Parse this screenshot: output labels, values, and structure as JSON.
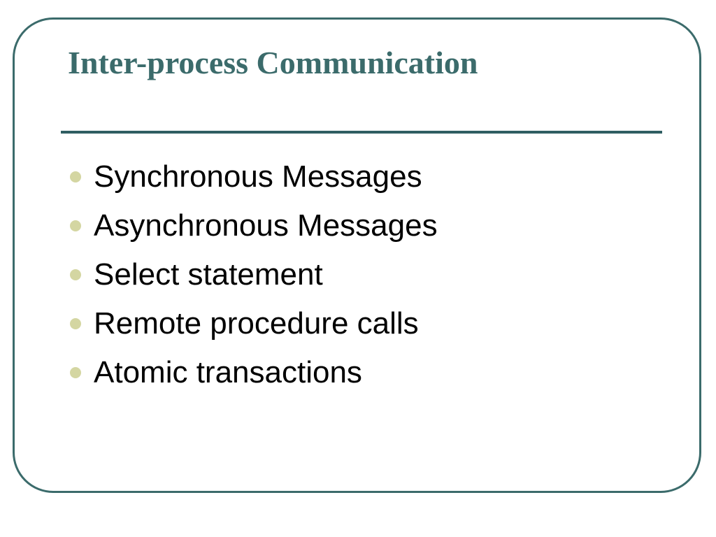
{
  "slide": {
    "title": "Inter-process Communication",
    "bullets": [
      "Synchronous Messages",
      "Asynchronous Messages",
      "Select statement",
      "Remote procedure calls",
      "Atomic transactions"
    ]
  },
  "colors": {
    "title": "#3b6b6b",
    "frame_border": "#3b6b6b",
    "rule": "#2f5e62",
    "bullet_dot": "#d4d6a2",
    "text": "#000000",
    "background": "#ffffff"
  },
  "icons": {
    "bullet": "filled-circle"
  }
}
